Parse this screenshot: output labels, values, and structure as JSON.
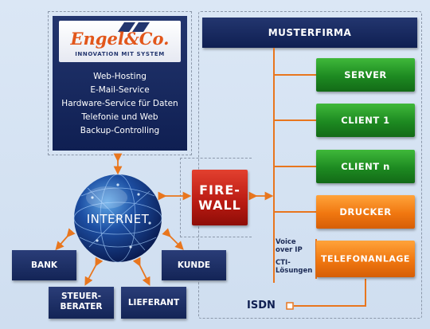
{
  "company": {
    "logo_text": "Engel&Co.",
    "tagline": "INNOVATION MIT SYSTEM",
    "services": [
      "Web-Hosting",
      "E-Mail-Service",
      "Hardware-Service für Daten",
      "Telefonie und Web",
      "Backup-Controlling"
    ]
  },
  "network": {
    "firm_title": "MUSTERFIRMA",
    "devices": [
      {
        "label": "SERVER",
        "color": "green"
      },
      {
        "label": "CLIENT 1",
        "color": "green"
      },
      {
        "label": "CLIENT n",
        "color": "green"
      },
      {
        "label": "DRUCKER",
        "color": "orange"
      },
      {
        "label": "TELEFONANLAGE",
        "color": "orange"
      }
    ],
    "firewall": {
      "line1": "FIRE-",
      "line2": "WALL"
    },
    "voip_line1": "Voice",
    "voip_line2": "over IP",
    "cti_line1": "CTI-",
    "cti_line2": "Lösungen",
    "isdn": "ISDN"
  },
  "internet": {
    "label": "INTERNET",
    "partners": [
      {
        "line1": "BANK",
        "line2": ""
      },
      {
        "line1": "KUNDE",
        "line2": ""
      },
      {
        "line1": "STEUER-",
        "line2": "BERATER"
      },
      {
        "line1": "LIEFERANT",
        "line2": ""
      }
    ]
  },
  "colors": {
    "navy": "#132456",
    "green": "#1d8a21",
    "orange": "#f07710",
    "red": "#b81a12",
    "arrow": "#e8761e"
  }
}
